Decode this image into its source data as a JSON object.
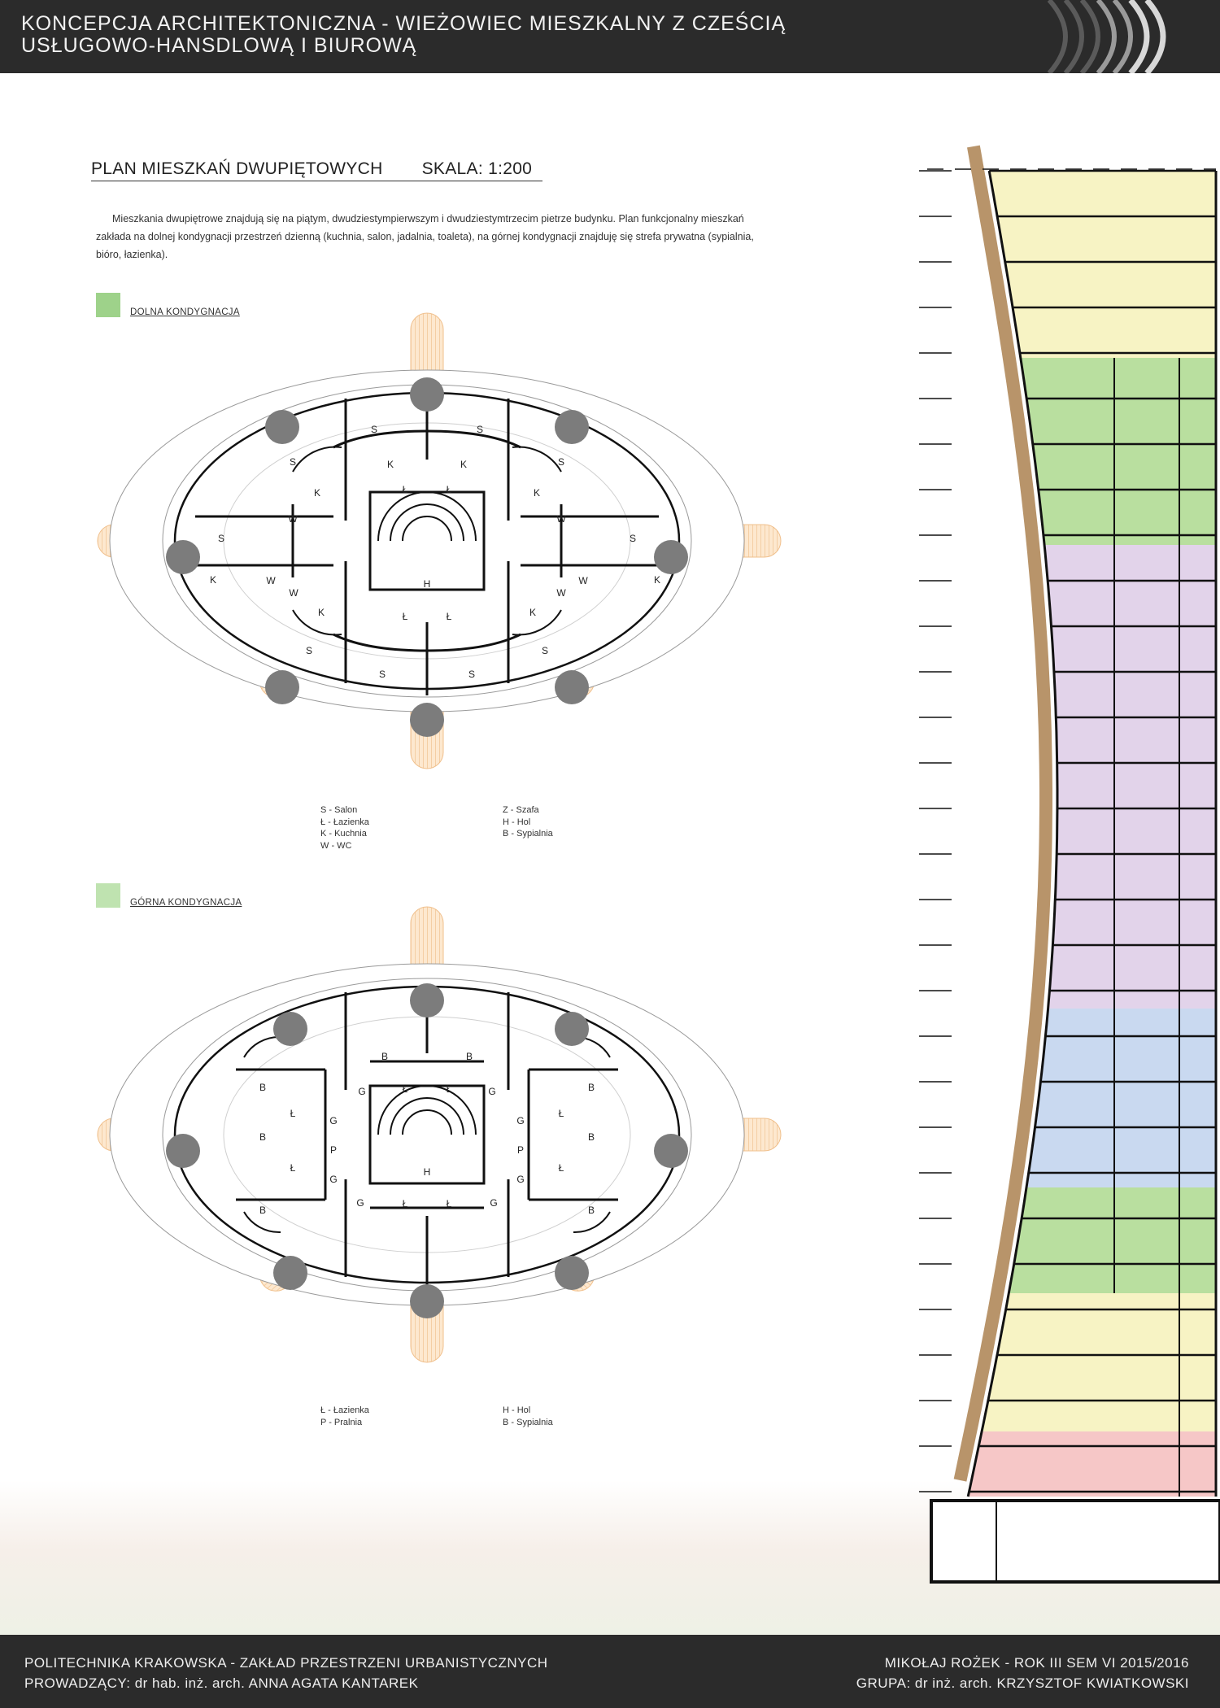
{
  "header": {
    "title_line1": "KONCEPCJA ARCHITEKTONICZNA - WIEŻOWIEC MIESZKALNY Z CZEŚCIĄ",
    "title_line2": "USŁUGOWO-HANSDLOWĄ I BIUROWĄ"
  },
  "plan": {
    "title": "PLAN MIESZKAŃ DWUPIĘTOWYCH",
    "scale": "SKALA: 1:200",
    "description": "Mieszkania dwupiętrowe znajdują się na piątym, dwudziestympierwszym i dwudziestymtrzecim pietrze budynku. Plan funkcjonalny mieszkań zakłada na dolnej kondygnacji przestrzeń dzienną (kuchnia, salon, jadalnia, toaleta), na górnej kondygnacji znajduję się strefa prywatna (sypialnia, bióro, łazienka)."
  },
  "lower_level": {
    "label": "DOLNA KONDYGNACJA",
    "swatch_color": "#9ed28a",
    "legend_left": [
      "S - Salon",
      "Ł - Łazienka",
      "K - Kuchnia",
      "W - WC"
    ],
    "legend_right": [
      "Z - Szafa",
      "H - Hol",
      "B - Sypialnia"
    ],
    "rooms": {
      "salon": "S",
      "kitchen": "K",
      "wc": "W",
      "bath": "Ł",
      "hall": "H"
    }
  },
  "upper_level": {
    "label": "GÓRNA KONDYGNACJA",
    "swatch_color": "#bfe3b0",
    "legend_left": [
      "Ł - Łazienka",
      "P - Pralnia"
    ],
    "legend_right": [
      "H - Hol",
      "B - Sypialnia"
    ],
    "rooms": {
      "bedroom": "B",
      "wardrobe": "G",
      "bath": "Ł",
      "laundry": "P",
      "hall": "H"
    }
  },
  "section": {
    "colors": {
      "yellow": "#f7f3c4",
      "green": "#b9df9f",
      "purple": "#e2d3ea",
      "blue": "#c9d9f0",
      "pink": "#f6c7c7",
      "facade": "#b8946a"
    }
  },
  "footer": {
    "left1": "POLITECHNIKA KRAKOWSKA - ZAKŁAD PRZESTRZENI URBANISTYCZNYCH",
    "left2": "PROWADZĄCY: dr hab. inż. arch. ANNA AGATA KANTAREK",
    "right1": "MIKOŁAJ ROŻEK - ROK III SEM VI 2015/2016",
    "right2": "GRUPA: dr inż. arch. KRZYSZTOF KWIATKOWSKI"
  }
}
